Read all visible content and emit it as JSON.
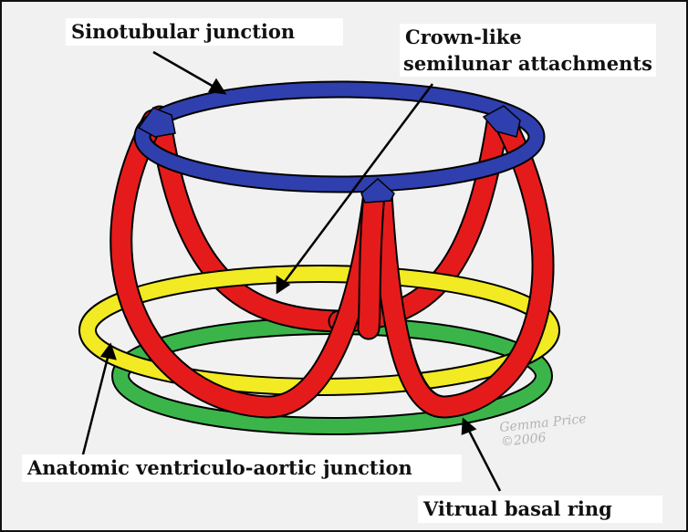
{
  "labels": {
    "sinotubular": "Sinotubular junction",
    "crown_line1": "Crown-like",
    "crown_line2": "semilunar attachments",
    "anatomic": "Anatomic ventriculo-aortic junction",
    "basal": "Vitrual basal ring"
  },
  "signature": {
    "line1": "Gemma Price",
    "line2": "©2006"
  },
  "colors": {
    "sinotubular_ring": "#2f3fae",
    "crown": "#e51b1b",
    "anatomic_ring": "#f2ea22",
    "basal_ring": "#3bb54a",
    "outline": "#000000",
    "arrow": "#000000"
  }
}
